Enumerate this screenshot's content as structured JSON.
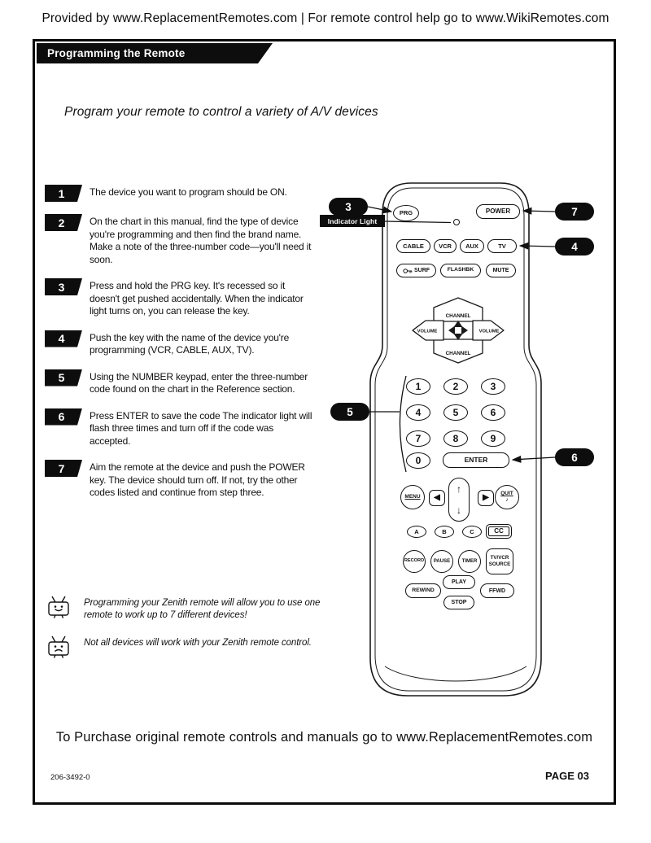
{
  "banner": "Provided by www.ReplacementRemotes.com | For remote control help go to www.WikiRemotes.com",
  "header": {
    "title": "Programming the Remote"
  },
  "intro": "Program your remote to control a variety of A/V devices",
  "steps": [
    {
      "num": "1",
      "text": "The device you want to program should be ON."
    },
    {
      "num": "2",
      "text": "On the chart in this manual, find the type of device you're programming and then find the brand name. Make a note of the three-number code—you'll need it soon."
    },
    {
      "num": "3",
      "text": "Press and hold the PRG key. It's recessed so it doesn't get pushed accidentally. When the indicator light turns on, you can release the key."
    },
    {
      "num": "4",
      "text": "Push the key with the name of the device you're programming (VCR, CABLE, AUX, TV)."
    },
    {
      "num": "5",
      "text": "Using the NUMBER keypad, enter the three-number code found on the chart in the Reference section."
    },
    {
      "num": "6",
      "text": "Press ENTER to save the code The indicator light will flash three times and turn off if the code was accepted."
    },
    {
      "num": "7",
      "text": "Aim the remote at the device and push the POWER key. The device should turn off. If not, try the other codes listed and continue from step three."
    }
  ],
  "callouts": {
    "indicator_label": "Indicator Light",
    "step3": "3",
    "step4": "4",
    "step5": "5",
    "step6": "6",
    "step7": "7"
  },
  "remote": {
    "prg": "PRG",
    "power": "POWER",
    "device_keys": [
      "CABLE",
      "VCR",
      "AUX",
      "TV"
    ],
    "function_keys": [
      "SURF",
      "FLASHBK",
      "MUTE"
    ],
    "rocker": {
      "channel_up": "CHANNEL",
      "channel_down": "CHANNEL",
      "volume_left": "VOLUME",
      "volume_right": "VOLUME"
    },
    "digits": [
      "1",
      "2",
      "3",
      "4",
      "5",
      "6",
      "7",
      "8",
      "9",
      "0"
    ],
    "enter": "ENTER",
    "menu": "MENU",
    "quit": "QUIT",
    "letter_keys": [
      "A",
      "B",
      "C"
    ],
    "cc": "CC",
    "record": "RECORD",
    "pause": "PAUSE",
    "timer": "TIMER",
    "tvvcr_line1": "TV/VCR",
    "tvvcr_line2": "SOURCE",
    "play": "PLAY",
    "rewind": "REWIND",
    "ffwd": "FFWD",
    "stop": "STOP",
    "icons": {
      "left": "◀",
      "right": "▶",
      "up": "↑",
      "down": "↓",
      "note": "♪"
    }
  },
  "notes": [
    {
      "text": "Programming your Zenith remote will allow you to use one remote to work up to 7 different devices!"
    },
    {
      "text": "Not all devices will work with your Zenith remote control."
    }
  ],
  "purchase_line": "To Purchase original remote controls and manuals go to www.ReplacementRemotes.com",
  "footer": {
    "doc_number": "206-3492-0",
    "page": "PAGE 03"
  }
}
